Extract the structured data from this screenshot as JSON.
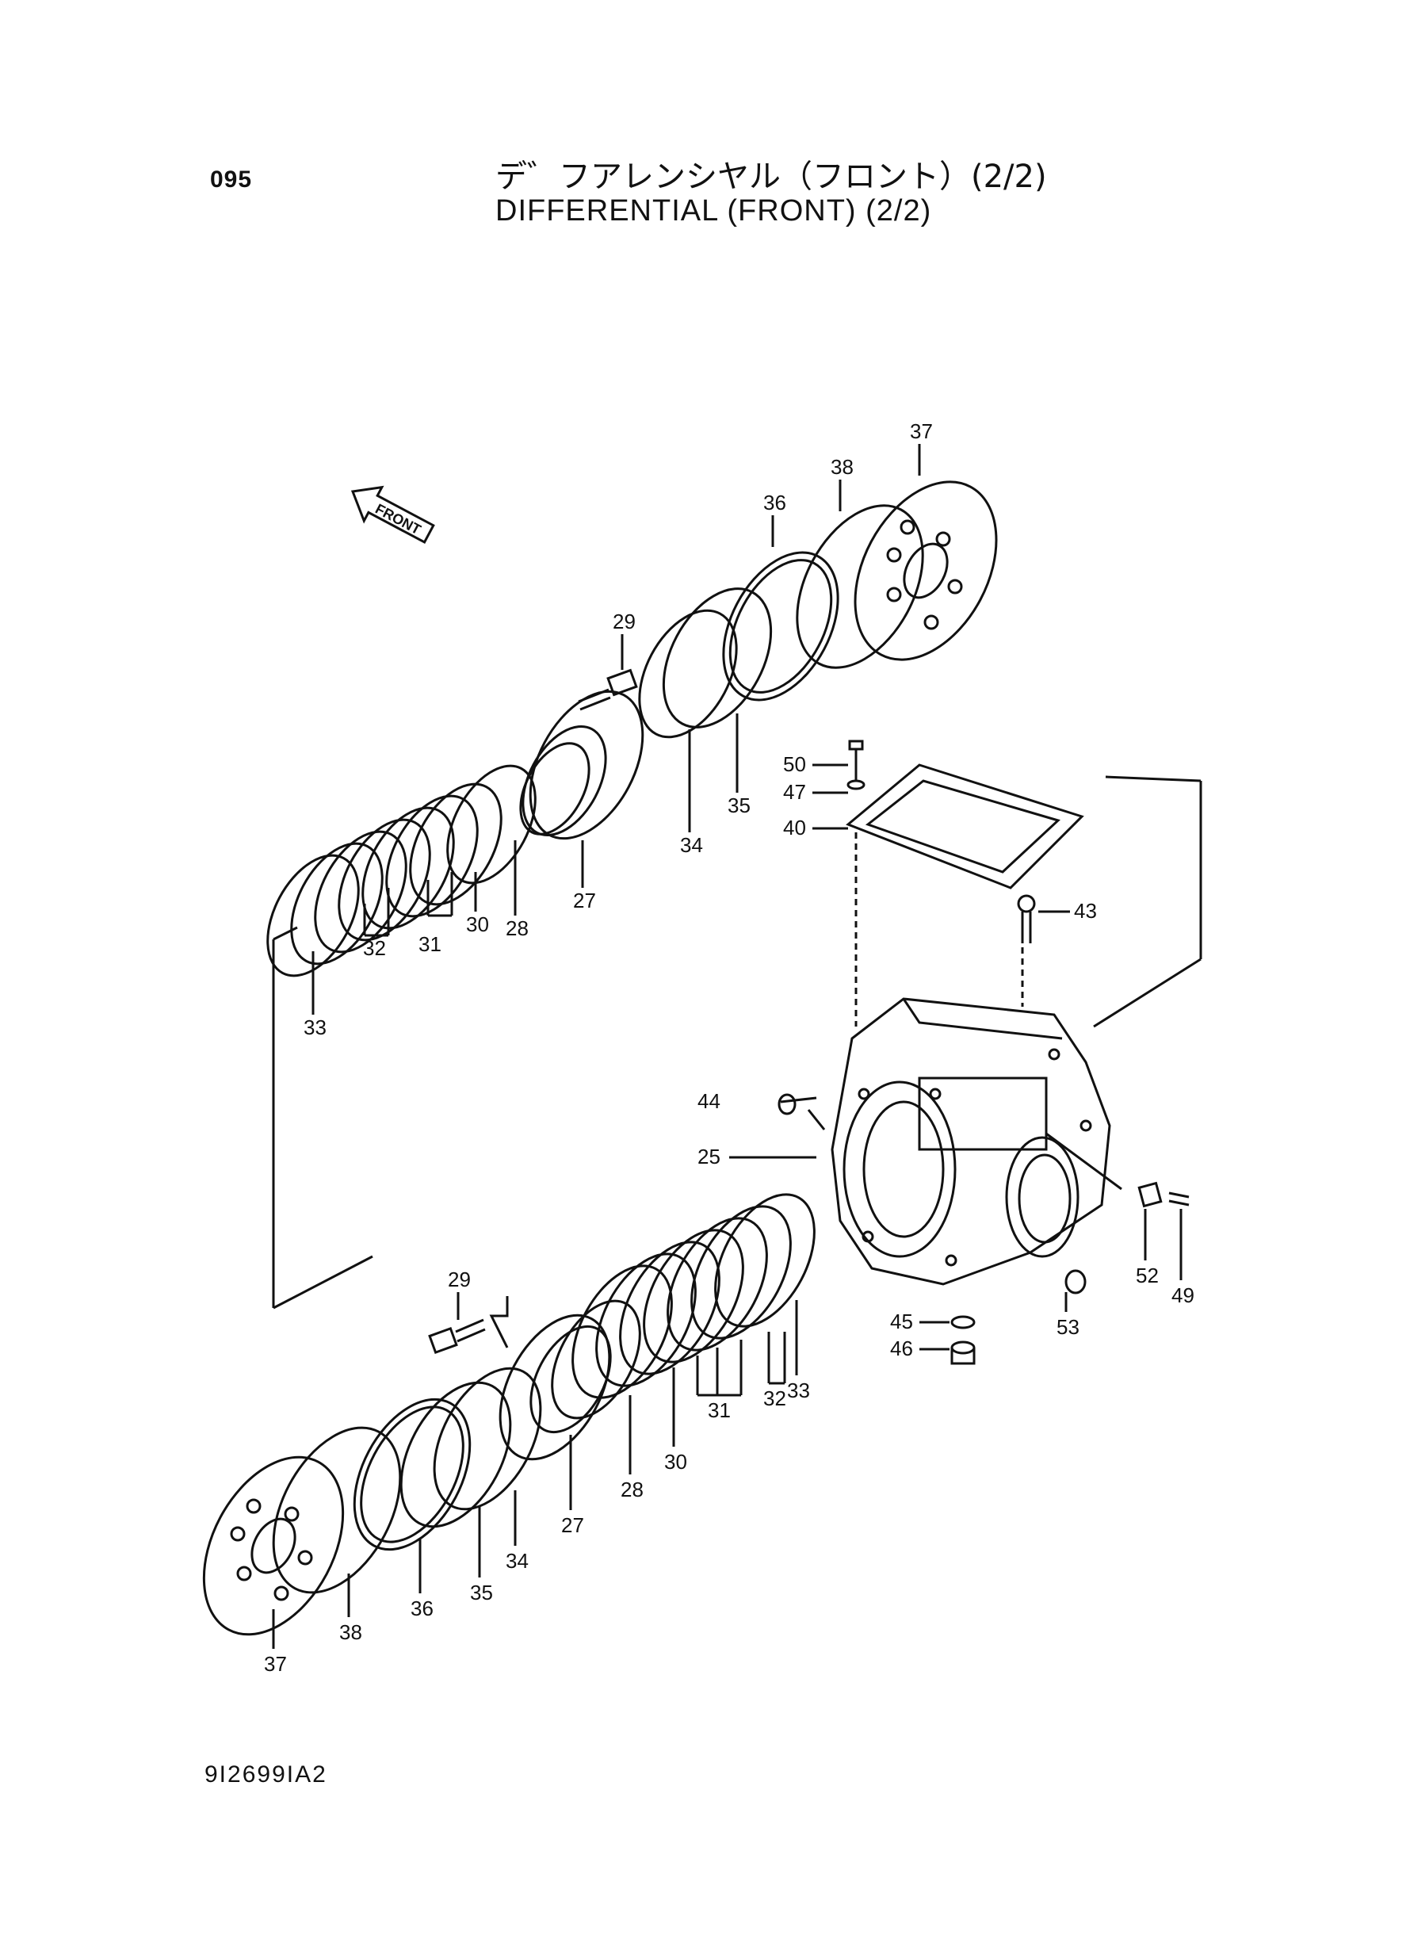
{
  "header": {
    "page_number": "095",
    "title_japanese": "デ゛フアレンシヤル（フロント）(2/2)",
    "title_english": "DIFFERENTIAL (FRONT) (2/2)"
  },
  "front_arrow": {
    "label": "FRONT"
  },
  "callouts": {
    "upper_37": "37",
    "upper_38": "38",
    "upper_36": "36",
    "upper_29": "29",
    "upper_34": "34",
    "upper_35": "35",
    "upper_27": "27",
    "upper_28": "28",
    "upper_30": "30",
    "upper_31": "31",
    "upper_32": "32",
    "upper_33": "33",
    "c50": "50",
    "c47": "47",
    "c40": "40",
    "c43": "43",
    "c44": "44",
    "c25": "25",
    "c52": "52",
    "c49": "49",
    "c53": "53",
    "c45": "45",
    "c46": "46",
    "lower_29": "29",
    "lower_33": "33",
    "lower_32": "32",
    "lower_31": "31",
    "lower_30": "30",
    "lower_28": "28",
    "lower_27": "27",
    "lower_34": "34",
    "lower_35": "35",
    "lower_36": "36",
    "lower_38": "38",
    "lower_37": "37"
  },
  "footer": {
    "document_code": "9I2699IA2"
  }
}
